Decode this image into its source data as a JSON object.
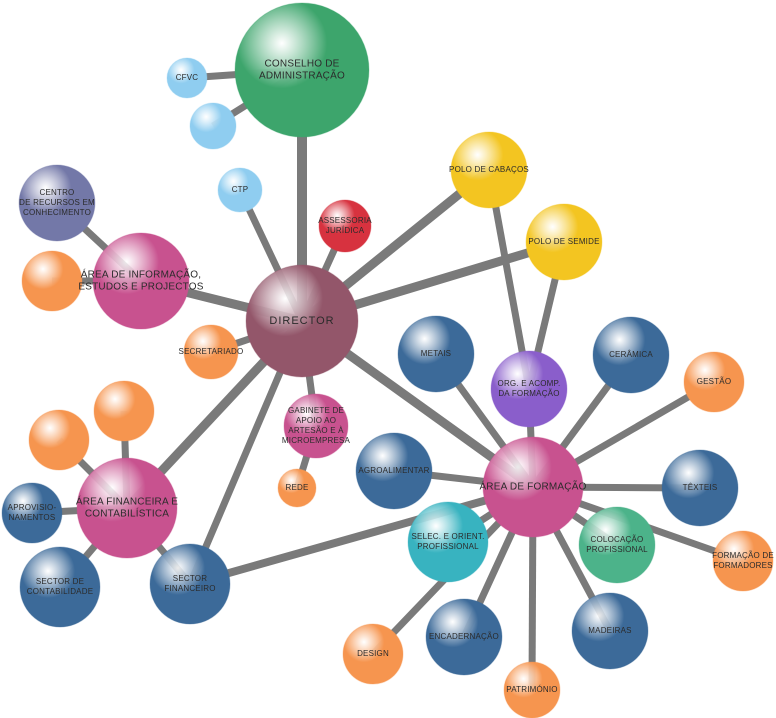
{
  "colors": {
    "green": "#3da56c",
    "lightblue": "#8fcdf0",
    "slate": "#7378a8",
    "orange": "#f6954f",
    "pink": "#c8528f",
    "mauve": "#93566a",
    "red": "#d7323f",
    "yellow": "#f3c521",
    "steel": "#3c6a99",
    "purple": "#8a5ecb",
    "teal": "#38b3c0",
    "mint": "#4cb38a",
    "edge": "#7a7a7a"
  },
  "nodes": {
    "conselho": [
      "CONSELHO DE",
      "ADMINISTRAÇÃO"
    ],
    "cfvc": [
      "CFVC"
    ],
    "ctp": [
      "CTP"
    ],
    "centro": [
      "CENTRO",
      "DE RECURSOS EM",
      "CONHECIMENTO"
    ],
    "area_info": [
      "ÁREA DE INFORMAÇÃO,",
      "ESTUDOS E PROJECTOS"
    ],
    "assessoria": [
      "ASSESSORIA",
      "JURÍDICA"
    ],
    "director": [
      "DIRECTOR"
    ],
    "polo_cabacos": [
      "POLO DE CABAÇOS"
    ],
    "polo_semide": [
      "POLO DE SEMIDE"
    ],
    "secretariado": [
      "SECRETARIADO"
    ],
    "gabinete": [
      "GABINETE DE",
      "APOIO AO",
      "ARTESÃO E À",
      "MICROEMPRESA"
    ],
    "rede": [
      "REDE"
    ],
    "metais": [
      "METAIS"
    ],
    "ceramica": [
      "CERÂMICA"
    ],
    "org_acomp": [
      "ORG. E ACOMP.",
      "DA FORMAÇÃO"
    ],
    "gestao": [
      "GESTÃO"
    ],
    "agroalimentar": [
      "AGROALIMENTAR"
    ],
    "area_formacao": [
      "ÁREA DE FORMAÇÃO"
    ],
    "texteis": [
      "TÊXTEIS"
    ],
    "area_financeira": [
      "ÁREA FINANCEIRA E",
      "CONTABILÍSTICA"
    ],
    "aprovisionamentos": [
      "APROVISIO-",
      "NAMENTOS"
    ],
    "selec_orient": [
      "SELEC. E ORIENT.",
      "PROFISSIONAL"
    ],
    "colocacao": [
      "COLOCAÇÃO",
      "PROFISSIONAL"
    ],
    "formacao_formadores": [
      "FORMAÇÃO DE",
      "FORMADORES"
    ],
    "sector_contabilidade": [
      "SECTOR DE",
      "CONTABILIDADE"
    ],
    "sector_financeiro": [
      "SECTOR",
      "FINANCEIRO"
    ],
    "design": [
      "DESIGN"
    ],
    "encadernacao": [
      "ENCADERNAÇÃO"
    ],
    "madeiras": [
      "MADEIRAS"
    ],
    "patrimonio": [
      "PATRIMÓNIO"
    ]
  },
  "edges": [
    [
      "director",
      "conselho"
    ],
    [
      "conselho",
      "cfvc"
    ],
    [
      "conselho",
      "unlabeled_blue_small"
    ],
    [
      "director",
      "ctp"
    ],
    [
      "director",
      "assessoria"
    ],
    [
      "director",
      "area_info"
    ],
    [
      "area_info",
      "centro"
    ],
    [
      "area_info",
      "unlabeled_orange_left"
    ],
    [
      "director",
      "polo_cabacos"
    ],
    [
      "director",
      "polo_semide"
    ],
    [
      "director",
      "secretariado"
    ],
    [
      "director",
      "gabinete"
    ],
    [
      "gabinete",
      "rede"
    ],
    [
      "director",
      "area_formacao"
    ],
    [
      "director",
      "area_financeira"
    ],
    [
      "director",
      "sector_financeiro"
    ],
    [
      "polo_cabacos",
      "org_acomp"
    ],
    [
      "polo_semide",
      "org_acomp"
    ],
    [
      "area_formacao",
      "org_acomp"
    ],
    [
      "area_formacao",
      "metais"
    ],
    [
      "area_formacao",
      "ceramica"
    ],
    [
      "area_formacao",
      "gestao"
    ],
    [
      "area_formacao",
      "agroalimentar"
    ],
    [
      "area_formacao",
      "texteis"
    ],
    [
      "area_formacao",
      "selec_orient"
    ],
    [
      "area_formacao",
      "colocacao"
    ],
    [
      "area_formacao",
      "formacao_formadores"
    ],
    [
      "area_formacao",
      "design"
    ],
    [
      "area_formacao",
      "encadernacao"
    ],
    [
      "area_formacao",
      "madeiras"
    ],
    [
      "area_formacao",
      "patrimonio"
    ],
    [
      "area_formacao",
      "sector_financeiro"
    ],
    [
      "area_financeira",
      "unlabeled_orange_a"
    ],
    [
      "area_financeira",
      "unlabeled_orange_b"
    ],
    [
      "area_financeira",
      "aprovisionamentos"
    ],
    [
      "area_financeira",
      "sector_contabilidade"
    ],
    [
      "area_financeira",
      "sector_financeiro"
    ]
  ]
}
